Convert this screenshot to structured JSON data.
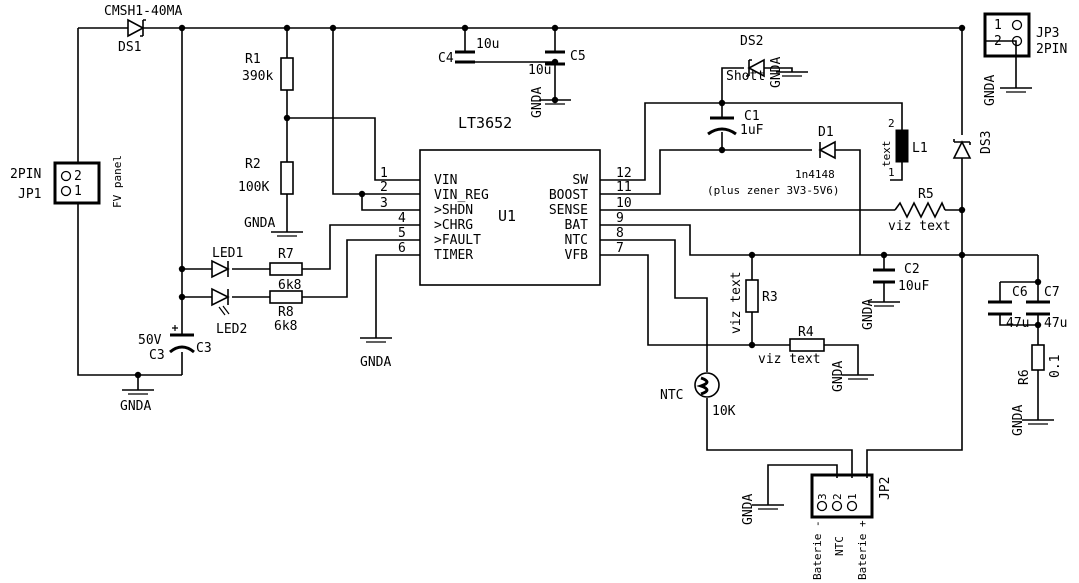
{
  "chip": {
    "name": "LT3652",
    "ref": "U1"
  },
  "pins_left": [
    {
      "num": "1",
      "name": "VIN"
    },
    {
      "num": "2",
      "name": "VIN_REG"
    },
    {
      "num": "3",
      "name": ">SHDN"
    },
    {
      "num": "4",
      "name": ">CHRG"
    },
    {
      "num": "5",
      "name": ">FAULT"
    },
    {
      "num": "6",
      "name": "TIMER"
    }
  ],
  "pins_right": [
    {
      "num": "12",
      "name": "SW"
    },
    {
      "num": "11",
      "name": "BOOST"
    },
    {
      "num": "10",
      "name": "SENSE"
    },
    {
      "num": "9",
      "name": "BAT"
    },
    {
      "num": "8",
      "name": "NTC"
    },
    {
      "num": "7",
      "name": "VFB"
    }
  ],
  "labels": {
    "ds1_part": "CMSH1-40MA",
    "ds1": "DS1",
    "r1": "R1",
    "r1_val": "390k",
    "r2": "R2",
    "r2_val": "100K",
    "gnd": "GNDA",
    "c4": "C4",
    "c4_val": "10u",
    "c5": "C5",
    "c5_val": "10u",
    "ds2": "DS2",
    "ds2_part": "Shott",
    "jp3": "JP3",
    "jp3_type": "2PIN",
    "c1": "C1",
    "c1_val": "1uF",
    "d1": "D1",
    "d1_part": "1n4148",
    "d1_note": "(plus zener 3V3-5V6)",
    "l1": "L1",
    "l1_val": "text",
    "ds3": "DS3",
    "r5": "R5",
    "r5_val": "viz text",
    "c2": "C2",
    "c2_val": "10uF",
    "c6": "C6",
    "c6_val": "47u",
    "c7": "C7",
    "c7_val": "47u",
    "r6": "R6",
    "r6_val": "0.1",
    "r3": "R3",
    "r3_val": "viz text",
    "r4": "R4",
    "r4_val": "viz text",
    "ntc": "NTC",
    "ntc_val": "10K",
    "jp2": "JP2",
    "jp2_pin_a": "Baterie -",
    "jp2_pin_b": "NTC",
    "jp2_pin_c": "Baterie +",
    "jp1": "JP1",
    "jp1_type": "2PIN",
    "jp1_note": "FV panel",
    "led1": "LED1",
    "led2": "LED2",
    "r7": "R7",
    "r7_val": "6k8",
    "r8": "R8",
    "r8_val": "6k8",
    "c3": "C3",
    "c3_val": "50V",
    "c3_ref2": "C3",
    "pin1": "1",
    "pin2": "2",
    "pin3": "3"
  }
}
